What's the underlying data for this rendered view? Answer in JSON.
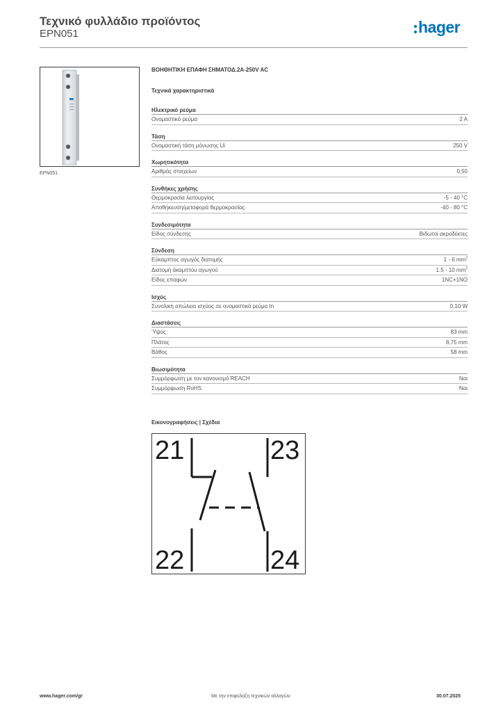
{
  "header": {
    "title": "Τεχνικό φυλλάδιο προϊόντος",
    "reference": "EPN051",
    "logo_text": "hager",
    "brand_color": "#0072b9"
  },
  "product": {
    "image_caption": "EPN051",
    "title": "ΒΟΗΘΗΤΙΚΗ ΕΠΑΦΗ ΣΗΜΑΤΟΔ.2Α-250V AC"
  },
  "specs": {
    "section_title": "Τεχνικά χαρακτηριστικά",
    "groups": [
      {
        "title": "Ηλεκτρικό ρεύμα",
        "rows": [
          {
            "label": "Ονομαστικό ρεύμα",
            "value": "2 A"
          }
        ]
      },
      {
        "title": "Τάση",
        "rows": [
          {
            "label": "Ονομαστική τάση μόνωσης Ui",
            "value": "250 V"
          }
        ]
      },
      {
        "title": "Χωρητικότητα",
        "rows": [
          {
            "label": "Αριθμός στοιχείων",
            "value": "0,50"
          }
        ]
      },
      {
        "title": "Συνθήκες χρήσης",
        "rows": [
          {
            "label": "Θερμοκρασία λειτουργίας",
            "value": "-5 - 40 °C"
          },
          {
            "label": "Αποθήκευση/μεταφορά θερμοκρασίας",
            "value": "-40 - 80 °C"
          }
        ]
      },
      {
        "title": "Συνδεσιμότητα",
        "rows": [
          {
            "label": "Είδος σύνδεσης",
            "value": "Βιδωτοί ακροδέκτες"
          }
        ]
      },
      {
        "title": "Σύνδεση",
        "rows": [
          {
            "label": "Εύκαμπτος αγωγός διατομής",
            "value": "1 - 6 mm",
            "sup": "2"
          },
          {
            "label": "Διατομή άκαμπτου αγωγού",
            "value": "1.5 - 10 mm",
            "sup": "2"
          },
          {
            "label": "Είδος επαφών",
            "value": "1NC+1NO"
          }
        ]
      },
      {
        "title": "Ισχύς",
        "rows": [
          {
            "label": "Συνολική απώλεια ισχύος σε ονομαστικό ρεύμα In",
            "value": "0,10 W"
          }
        ]
      },
      {
        "title": "Διαστάσεις",
        "rows": [
          {
            "label": "Ύψος",
            "value": "83 mm"
          },
          {
            "label": "Πλάτος",
            "value": "8,75 mm"
          },
          {
            "label": "Βάθος",
            "value": "58 mm"
          }
        ]
      },
      {
        "title": "Βιωσιμότητα",
        "rows": [
          {
            "label": "Συμμόρφωση με τον κανονισμό REACH",
            "value": "Ναι"
          },
          {
            "label": "Συμμόρφωση RoHS",
            "value": "Ναι"
          }
        ]
      }
    ]
  },
  "illustrations": {
    "title": "Εικονογραφήσεις | Σχέδια",
    "terminals": {
      "top_left": "21",
      "top_right": "23",
      "bottom_left": "22",
      "bottom_right": "24"
    }
  },
  "footer": {
    "website": "www.hager.com/gr",
    "note": "Με την επιφύλαξη τεχνικών αλλαγών",
    "date": "30.07.2025"
  }
}
